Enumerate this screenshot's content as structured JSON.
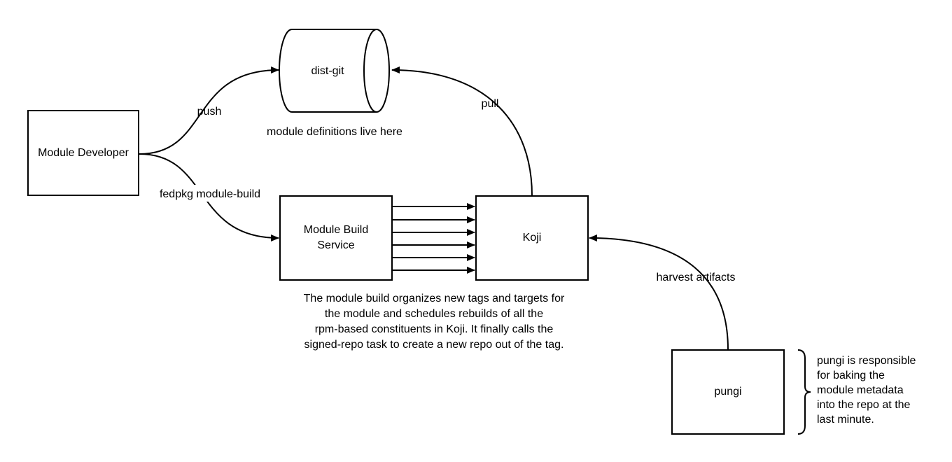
{
  "nodes": {
    "module_developer": "Module Developer",
    "dist_git": "dist-git",
    "module_build_service": [
      "Module Build",
      "Service"
    ],
    "koji": "Koji",
    "pungi": "pungi"
  },
  "edges": {
    "push": "push",
    "pull": "pull",
    "fedpkg": "fedpkg module-build",
    "harvest": "harvest artifacts"
  },
  "annotations": {
    "dist_git_note": "module definitions live here",
    "mbs_note": [
      "The module build organizes new tags and targets for",
      "the module and schedules rebuilds of all the",
      "rpm-based constituents in Koji.  It finally calls the",
      "signed-repo task to create a new repo out of the tag."
    ],
    "pungi_note": [
      "pungi is responsible",
      "for baking the",
      "module metadata",
      "into the repo at the",
      "last minute."
    ]
  }
}
